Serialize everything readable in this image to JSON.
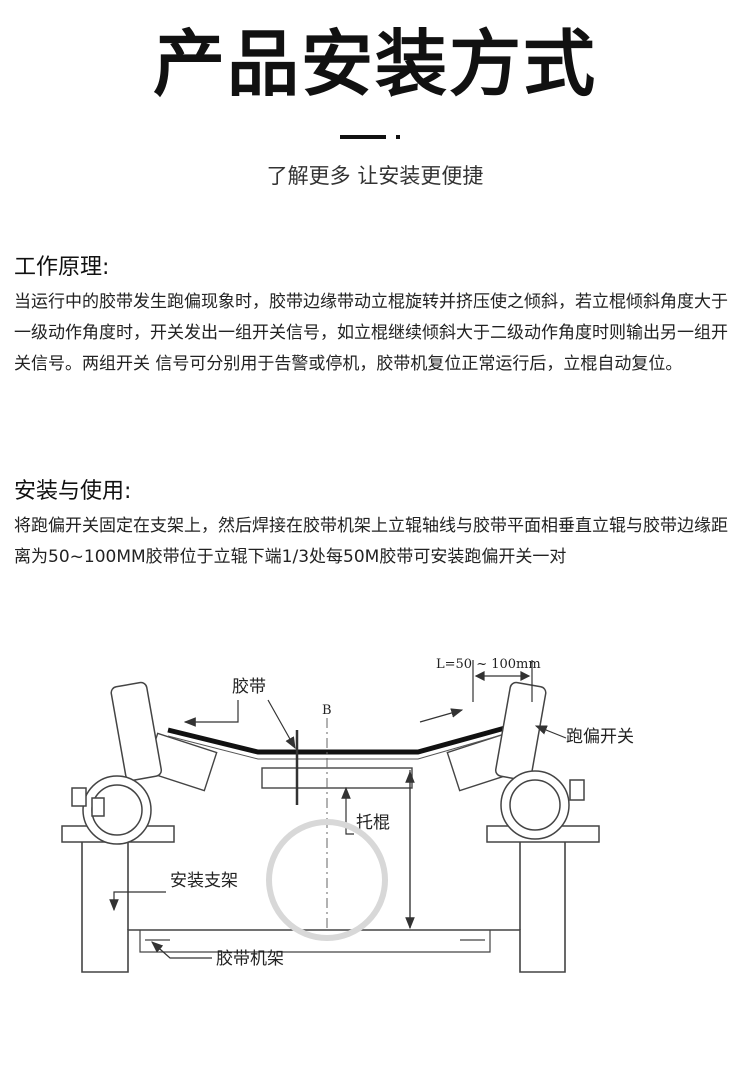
{
  "header": {
    "title": "产品安装方式",
    "subtitle": "了解更多 让安装更便捷"
  },
  "principle": {
    "heading": "工作原理:",
    "body": "当运行中的胶带发生跑偏现象时，胶带边缘带动立棍旋转并挤压使之倾斜，若立棍倾斜角度大于一级动作角度时，开关发出一组开关信号，如立棍继续倾斜大于二级动作角度时则输出另一组开关信号。两组开关 信号可分别用于告警或停机，胶带机复位正常运行后，立棍自动复位。"
  },
  "usage": {
    "heading": "安装与使用:",
    "body": "将跑偏开关固定在支架上，然后焊接在胶带机架上立辊轴线与胶带平面相垂直立辊与胶带边缘距离为50~100MM胶带位于立辊下端1/3处每50M胶带可安装跑偏开关一对"
  },
  "diagram": {
    "labels": {
      "belt": "胶带",
      "center": "B",
      "distance": "L=50 ~ 100mm",
      "switch": "跑偏开关",
      "idler": "托棍",
      "bracket": "安装支架",
      "frame": "胶带机架"
    }
  },
  "colors": {
    "text": "#1a1a1a",
    "line": "#333333",
    "belt": "#111111"
  }
}
